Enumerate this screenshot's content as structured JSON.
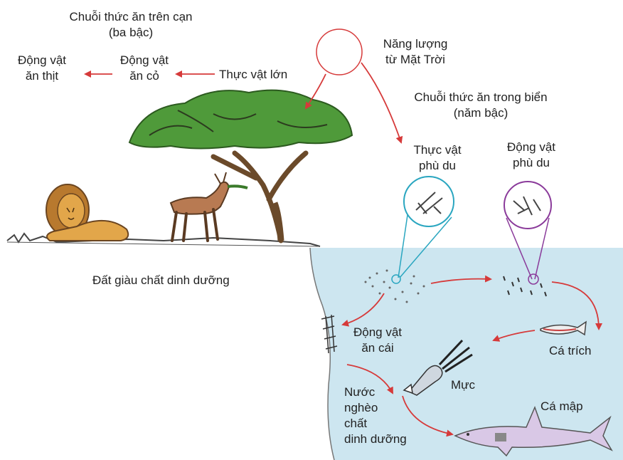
{
  "land_chain": {
    "title_line1": "Chuỗi thức ăn trên cạn",
    "title_line2": "(ba bậc)",
    "carnivore_line1": "Động vật",
    "carnivore_line2": "ăn thịt",
    "herbivore_line1": "Động vật",
    "herbivore_line2": "ăn cỏ",
    "plant": "Thực vật lớn"
  },
  "sun": {
    "line1": "Năng lượng",
    "line2": "từ Mặt Trời"
  },
  "sea_chain": {
    "title_line1": "Chuỗi thức ăn trong biển",
    "title_line2": "(năm bậc)",
    "phytoplankton_line1": "Thực vật",
    "phytoplankton_line2": "phù du",
    "zooplankton_line1": "Động vật",
    "zooplankton_line2": "phù du",
    "filter_feeder_line1": "Động vật",
    "filter_feeder_line2": "ăn cái",
    "herring": "Cá trích",
    "squid": "Mực",
    "shark": "Cá mập",
    "poor_water_line1": "Nước",
    "poor_water_line2": "nghèo",
    "poor_water_line3": "chất",
    "poor_water_line4": "dinh dưỡng"
  },
  "soil": "Đất giàu chất dinh dưỡng",
  "colors": {
    "arrow": "#d63a3a",
    "sun": "#d63a3a",
    "water": "#cde6f0",
    "phyto_circle": "#2aa6c0",
    "zoo_circle": "#8a3a9a",
    "lion": "#e2a64a",
    "deer": "#b87a52",
    "tree": "#4f9a3a",
    "shark": "#d9c8e6"
  }
}
